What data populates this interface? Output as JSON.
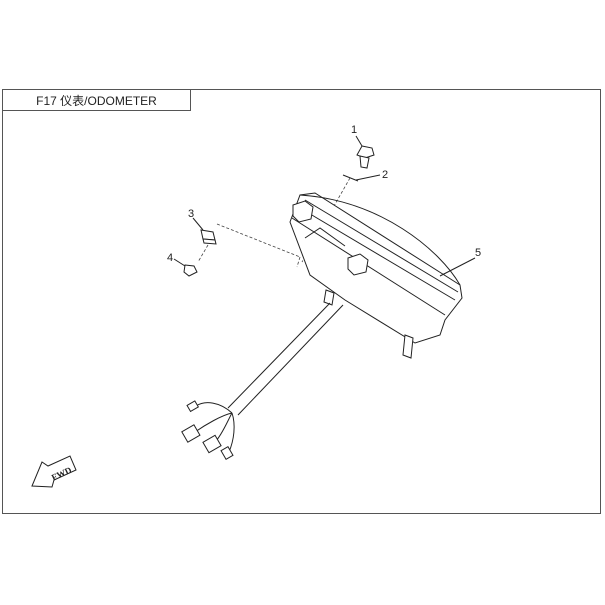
{
  "title": "F17 仪表/ODOMETER",
  "callouts": [
    "1",
    "2",
    "3",
    "4",
    "5"
  ],
  "fwd_label": "FWD"
}
